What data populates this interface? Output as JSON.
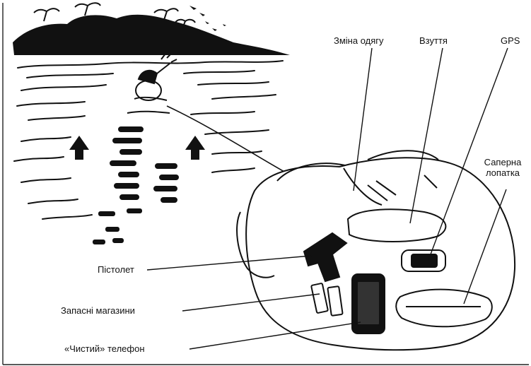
{
  "labels": {
    "clothes_change": "Зміна одягу",
    "shoes": "Взуття",
    "gps": "GPS",
    "shovel_line1": "Саперна",
    "shovel_line2": "лопатка",
    "pistol": "Пістолет",
    "spare_mags": "Запасні магазини",
    "clean_phone": "«Чистий» телефон"
  },
  "icons": {
    "island": "island-silhouette-icon",
    "swimmer": "swimmer-icon",
    "arrow_left": "up-arrow-icon",
    "arrow_right": "up-arrow-icon",
    "dry_bag": "dry-bag-icon"
  }
}
